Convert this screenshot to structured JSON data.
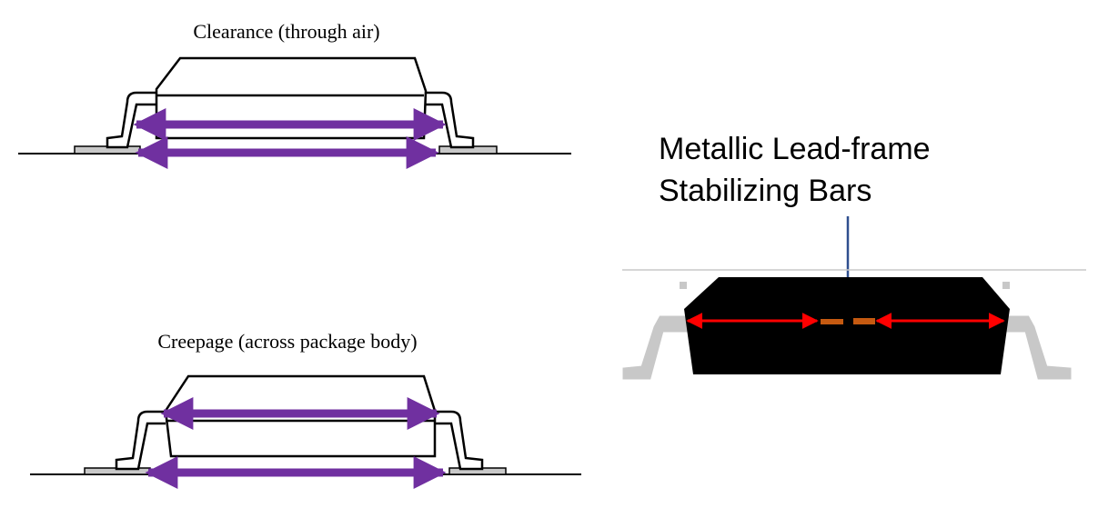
{
  "clearance": {
    "label": "Clearance (through air)"
  },
  "creepage": {
    "label": "Creepage (across package body)"
  },
  "callout": {
    "line1": "Metallic Lead-frame",
    "line2": "Stabilizing Bars"
  },
  "colors": {
    "purple_arrow": "#7030a0",
    "red_arrow": "#ff0000",
    "stabilizer_bar": "#c55a11",
    "pointer": "#2f4f8f",
    "lead_gray": "#c8c8c8",
    "body_black": "#000000"
  }
}
